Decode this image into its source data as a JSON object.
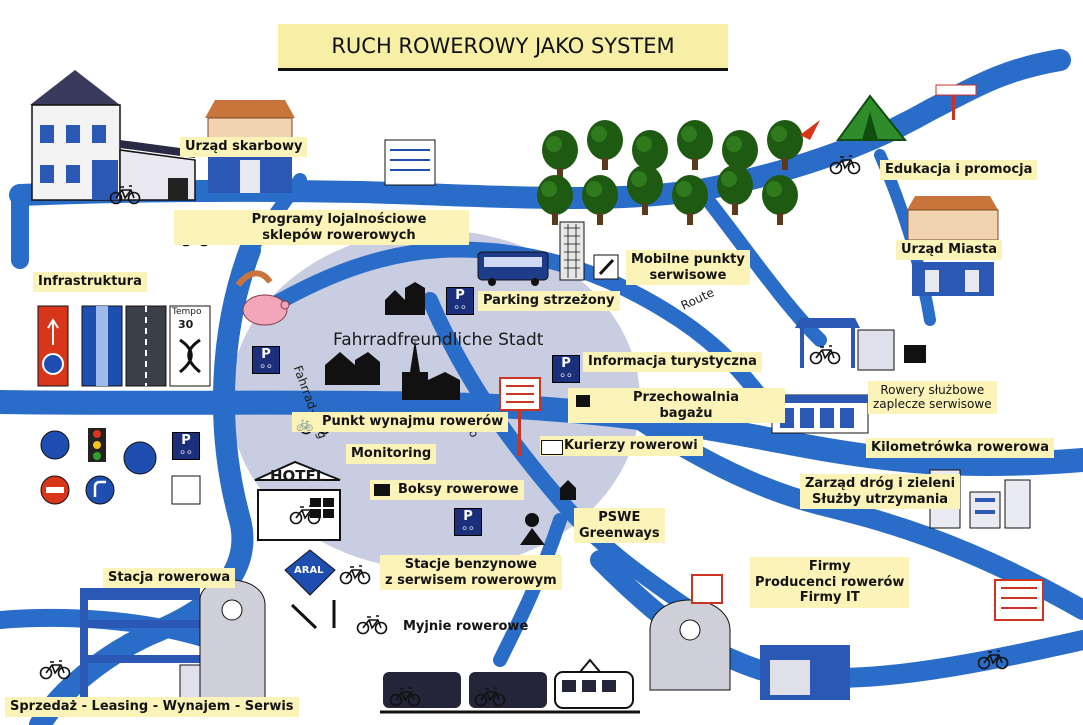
{
  "title": "RUCH ROWEROWY JAKO SYSTEM",
  "center": {
    "city": "Fahrradfreundliche Stadt",
    "ring": "Fahrrad-Ring",
    "velo": "Velo",
    "route": "Route"
  },
  "labels": {
    "urzad_skarbowy": "Urząd skarbowy",
    "programy_1": "Programy lojalnościowe",
    "programy_2": "sklepów rowerowych",
    "edukacja": "Edukacja i promocja",
    "urzad_miasta": "Urząd Miasta",
    "infrastruktura": "Infrastruktura",
    "mobilne_1": "Mobilne punkty",
    "mobilne_2": "serwisowe",
    "parking": "Parking strzeżony",
    "informacja": "Informacja turystyczna",
    "rowery_sluzbowe_1": "Rowery służbowe",
    "rowery_sluzbowe_2": "zaplecze serwisowe",
    "przechowalnia_1": "Przechowalnia",
    "przechowalnia_2": "bagażu",
    "punkt_wynajmu": "Punkt wynajmu rowerów",
    "kilometrowka": "Kilometrówka rowerowa",
    "kurierzy": "Kurierzy rowerowi",
    "monitoring": "Monitoring",
    "zarzad_1": "Zarząd dróg i zieleni",
    "zarzad_2": "Służby utrzymania",
    "boksy": "Boksy rowerowe",
    "hotel": "HOTEL",
    "pswe_1": "PSWE",
    "pswe_2": "Greenways",
    "stacje_1": "Stacje benzynowe",
    "stacje_2": "z serwisem rowerowym",
    "stacja_rowerowa": "Stacja rowerowa",
    "firmy_1": "Firmy",
    "firmy_2": "Producenci rowerów",
    "firmy_3": "Firmy IT",
    "myjnie": "Myjnie rowerowe",
    "sprzedaz": "Sprzedaż - Leasing - Wynajem - Serwis",
    "aral": "ARAL",
    "tempo": "Tempo",
    "tempo_num": "30",
    "p": "P"
  },
  "colors": {
    "road": "#2a6dc9",
    "road_edge": "#1d4f9a",
    "center_circle": "#c7cbe0",
    "label_bg": "#fbf3b8",
    "title_bg": "#f7efa6",
    "tree": "#1e5a12",
    "roof": "#c9743a",
    "building": "#2b58b5"
  },
  "icons": [
    "bicycle-icon",
    "parking-bike-icon",
    "wrench-icon",
    "suitcase-icon",
    "envelope-icon",
    "tent-icon",
    "tree-icon",
    "bus-icon",
    "train-icon",
    "tram-icon",
    "hotel-icon",
    "traffic-sign-icon",
    "piggy-bank-icon",
    "cyclist-icon",
    "police-cyclist-icon",
    "factory-icon",
    "house-icon"
  ]
}
